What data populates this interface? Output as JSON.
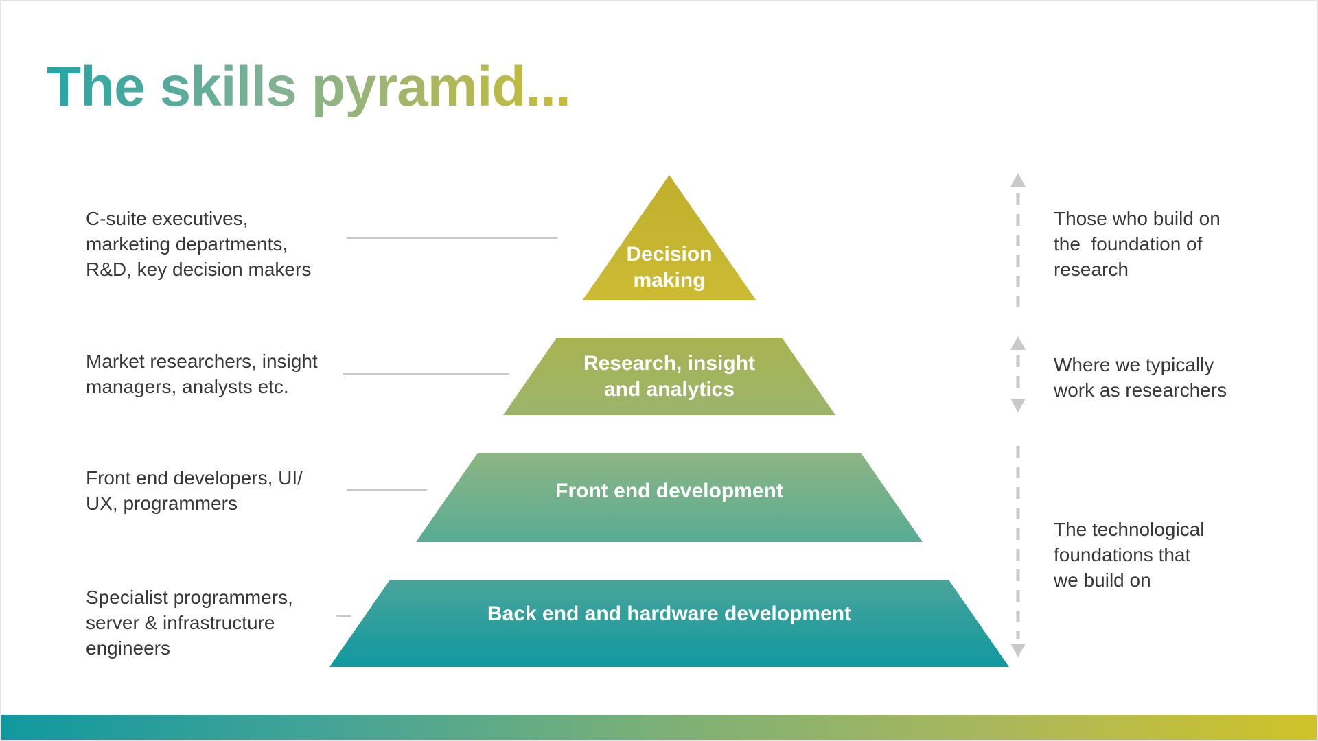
{
  "slide": {
    "title": "The skills pyramid..."
  },
  "pyramid": {
    "tiers": [
      {
        "name": "decision-making",
        "label": "Decision\nmaking",
        "left_label": "C-suite executives,\nmarketing departments,\nR&D, key decision makers",
        "color_top": "#c0af2c",
        "color_bottom": "#ccbb33"
      },
      {
        "name": "research-insight-analytics",
        "label": "Research, insight\nand analytics",
        "left_label": "Market researchers, insight\nmanagers, analysts etc.",
        "color_top": "#a9b351",
        "color_bottom": "#9bb46c"
      },
      {
        "name": "front-end-development",
        "label": "Front end development",
        "left_label": "Front end developers, UI/\nUX, programmers",
        "color_top": "#8db583",
        "color_bottom": "#58ac93"
      },
      {
        "name": "back-end-hardware-development",
        "label": "Back end and hardware development",
        "left_label": "Specialist programmers,\nserver & infrastructure\nengineers",
        "color_top": "#4aa49a",
        "color_bottom": "#10999f"
      }
    ]
  },
  "annotations": [
    {
      "arrow": "up",
      "text": "Those who build on\nthe  foundation of\nresearch"
    },
    {
      "arrow": "up-down",
      "text": "Where we typically\nwork as researchers"
    },
    {
      "arrow": "down",
      "text": "The technological\nfoundations that\nwe build on"
    }
  ],
  "colors": {
    "title_gradient_start": "#24a5a5",
    "title_gradient_end": "#c9bd2e",
    "connector_gray": "#c9c9c9",
    "arrow_gray": "#c9c9c9",
    "text_dark": "#383838",
    "tier_text": "#ffffff",
    "bottom_bar_start": "#10989f",
    "bottom_bar_end": "#d0c328",
    "background": "#ffffff"
  }
}
